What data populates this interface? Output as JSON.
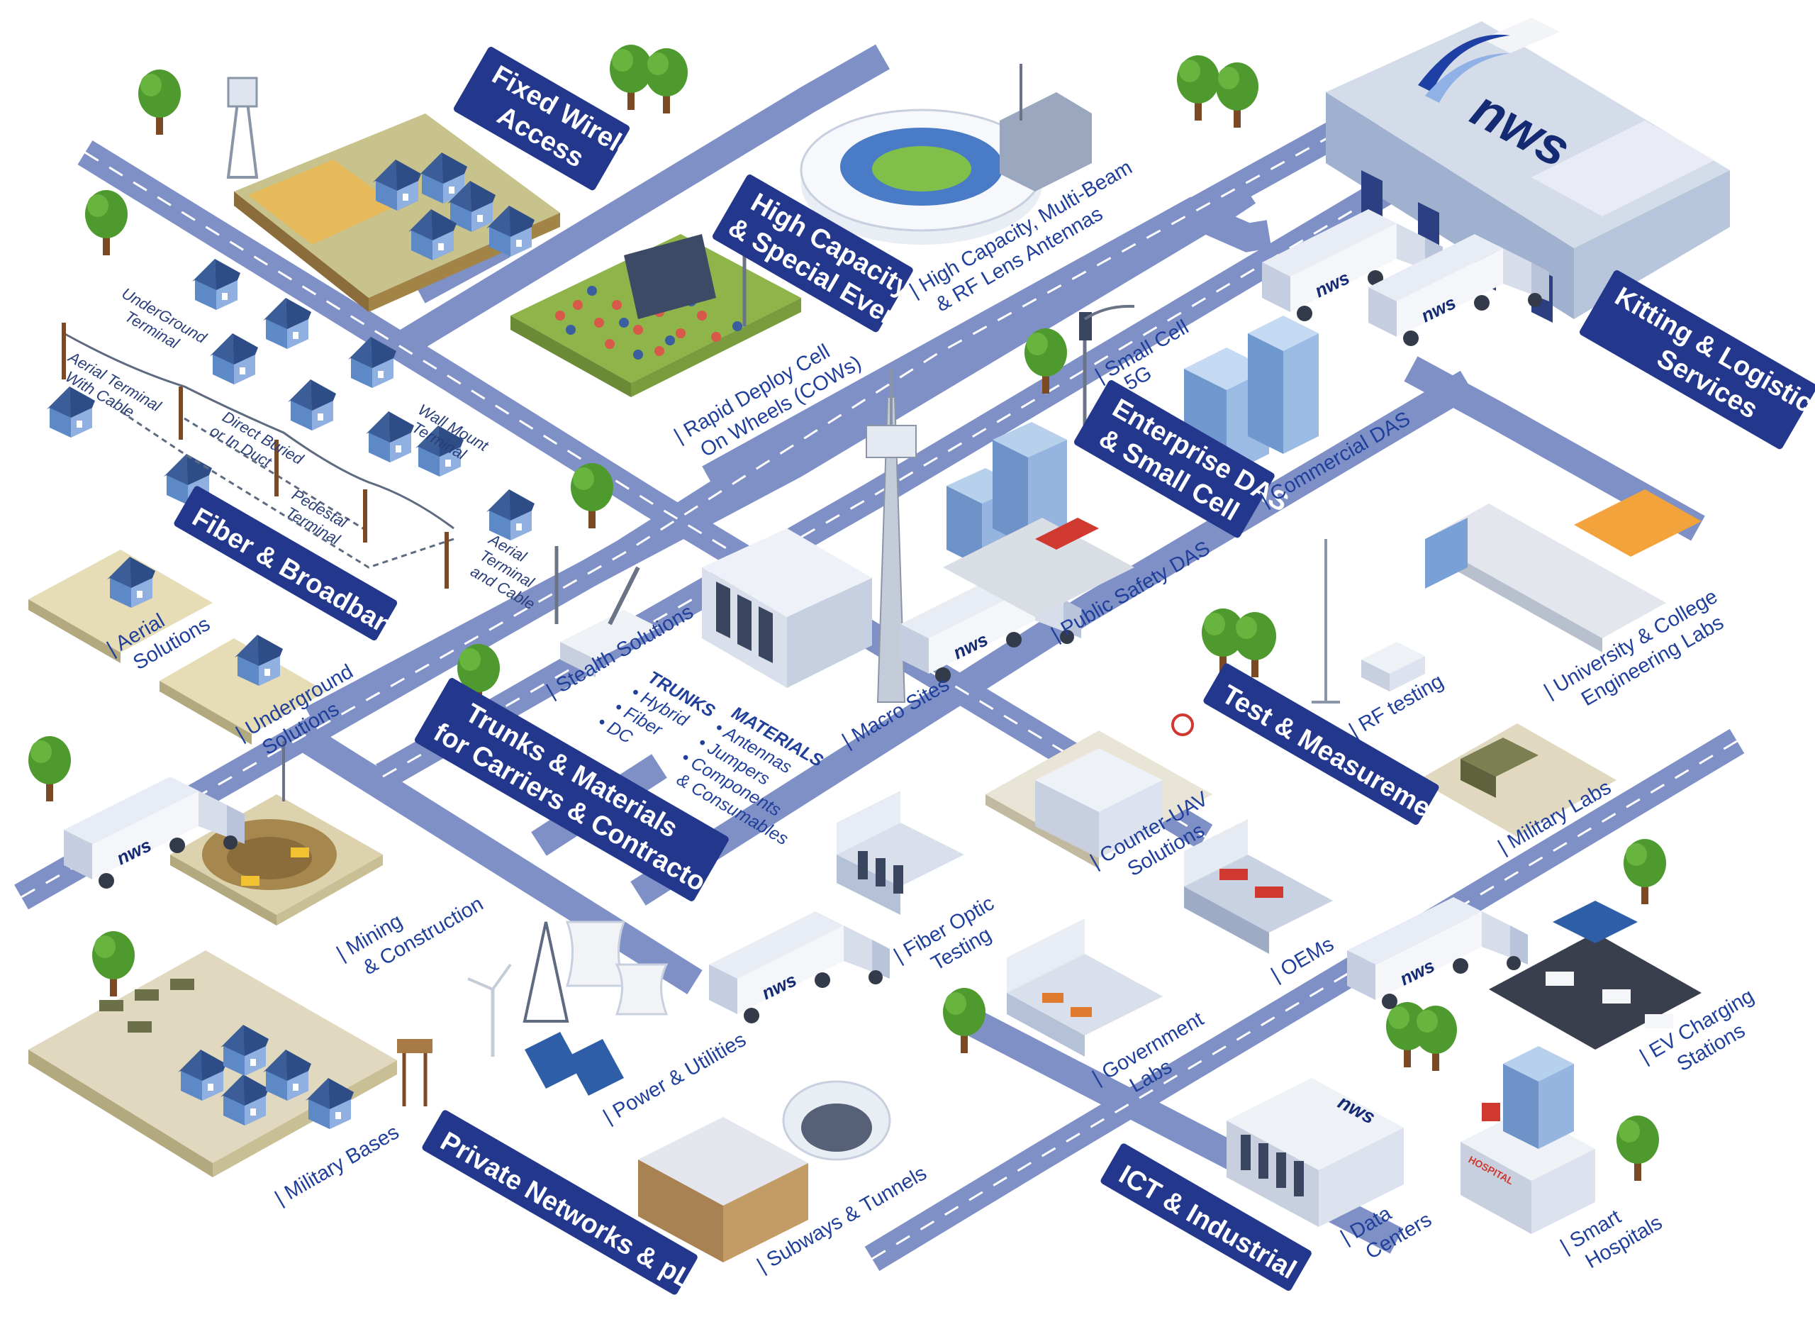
{
  "brand": {
    "name": "nws"
  },
  "colors": {
    "banner": "#23378c",
    "road": "#7f90c6",
    "road_edge": "#ffffff",
    "label": "#1f3f9a",
    "tree": "#4e9a2e",
    "trunk": "#7b4a24",
    "house": "#5d89c6",
    "roof": "#3c5e98",
    "ground": "#dcd3ae"
  },
  "sections": {
    "fixed_wireless": {
      "line1": "Fixed Wireless",
      "line2": "Access"
    },
    "high_capacity": {
      "line1": "High Capacity",
      "line2": "& Special Events"
    },
    "kitting": {
      "line1": "Kitting & Logistics",
      "line2": "Services"
    },
    "fiber": {
      "line1": "Fiber & Broadband"
    },
    "enterprise": {
      "line1": "Enterprise DAS",
      "line2": "& Small Cell"
    },
    "trunks": {
      "line1": "Trunks & Materials",
      "line2": "for Carriers & Contractors"
    },
    "test": {
      "line1": "Test & Measurement"
    },
    "private": {
      "line1": "Private Networks & pLTE"
    },
    "ict": {
      "line1": "ICT & Industrial IoT"
    }
  },
  "labels": {
    "multibeam": {
      "line1": "High Capacity, Multi-Beam",
      "line2": "& RF Lens Antennas"
    },
    "cows": {
      "line1": "Rapid Deploy Cell",
      "line2": "On Wheels (COWs)"
    },
    "small_cell": {
      "line1": "Small Cell",
      "line2": "5G"
    },
    "commercial_das": "Commercial DAS",
    "public_safety_das": "Public Safety DAS",
    "aerial": {
      "line1": "Aerial",
      "line2": "Solutions"
    },
    "underground": {
      "line1": "Underground",
      "line2": "Solutions"
    },
    "stealth": "Stealth Solutions",
    "macro": "Macro Sites",
    "rf_testing": "RF testing",
    "university": {
      "line1": "University & College",
      "line2": "Engineering Labs"
    },
    "counter_uav": {
      "line1": "Counter-UAV",
      "line2": "Solutions"
    },
    "military_labs": "Military Labs",
    "mining": {
      "line1": "Mining",
      "line2": "& Construction"
    },
    "fiber_optic": {
      "line1": "Fiber Optic",
      "line2": "Testing"
    },
    "oems": "OEMs",
    "military_bases": "Military Bases",
    "power": "Power & Utilities",
    "government": {
      "line1": "Government",
      "line2": "Labs"
    },
    "ev": {
      "line1": "EV Charging",
      "line2": "Stations"
    },
    "subways": "Subways & Tunnels",
    "data_centers": {
      "line1": "Data",
      "line2": "Centers"
    },
    "smart_hospitals": {
      "line1": "Smart",
      "line2": "Hospitals"
    }
  },
  "fiber_terms": {
    "ug_terminal": {
      "line1": "UnderGround",
      "line2": "Terminal"
    },
    "aerial_cable": {
      "line1": "Aerial Terminal",
      "line2": "With Cable"
    },
    "direct_buried": {
      "line1": "Direct Buried",
      "line2": "or In Duct"
    },
    "wall_mount": {
      "line1": "Wall Mount",
      "line2": "Terminal"
    },
    "pedestal": {
      "line1": "Pedestal",
      "line2": "Terminal"
    },
    "aerial_terminal": {
      "line1": "Aerial",
      "line2": "Terminal",
      "line3": "and Cable"
    }
  },
  "trunks_list": {
    "head": "TRUNKS",
    "items": [
      "Hybrid",
      "Fiber",
      "DC"
    ]
  },
  "materials_list": {
    "head": "MATERIALS",
    "items": [
      "Antennas",
      "Jumpers",
      "Components",
      "& Consumables"
    ]
  },
  "signage": {
    "hospital": "HOSPITAL"
  }
}
